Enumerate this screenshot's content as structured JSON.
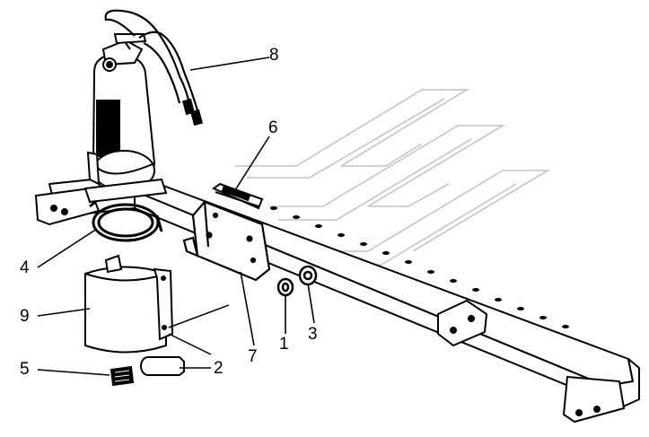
{
  "diagram": {
    "callouts": [
      {
        "id": "c8",
        "label": "8"
      },
      {
        "id": "c6",
        "label": "6"
      },
      {
        "id": "c4",
        "label": "4"
      },
      {
        "id": "c9",
        "label": "9"
      },
      {
        "id": "c5",
        "label": "5"
      },
      {
        "id": "c2",
        "label": "2"
      },
      {
        "id": "c7",
        "label": "7"
      },
      {
        "id": "c1",
        "label": "1"
      },
      {
        "id": "c3",
        "label": "3"
      }
    ]
  },
  "colors": {
    "ink": "#000000",
    "watermark": "#bdbdbd",
    "body_fill": "#ffffff"
  },
  "icons": [
    "fire-extinguisher-icon",
    "mounting-bracket-icon",
    "clamp-band-icon",
    "bolt-icon",
    "nut-icon",
    "washer-icon"
  ]
}
